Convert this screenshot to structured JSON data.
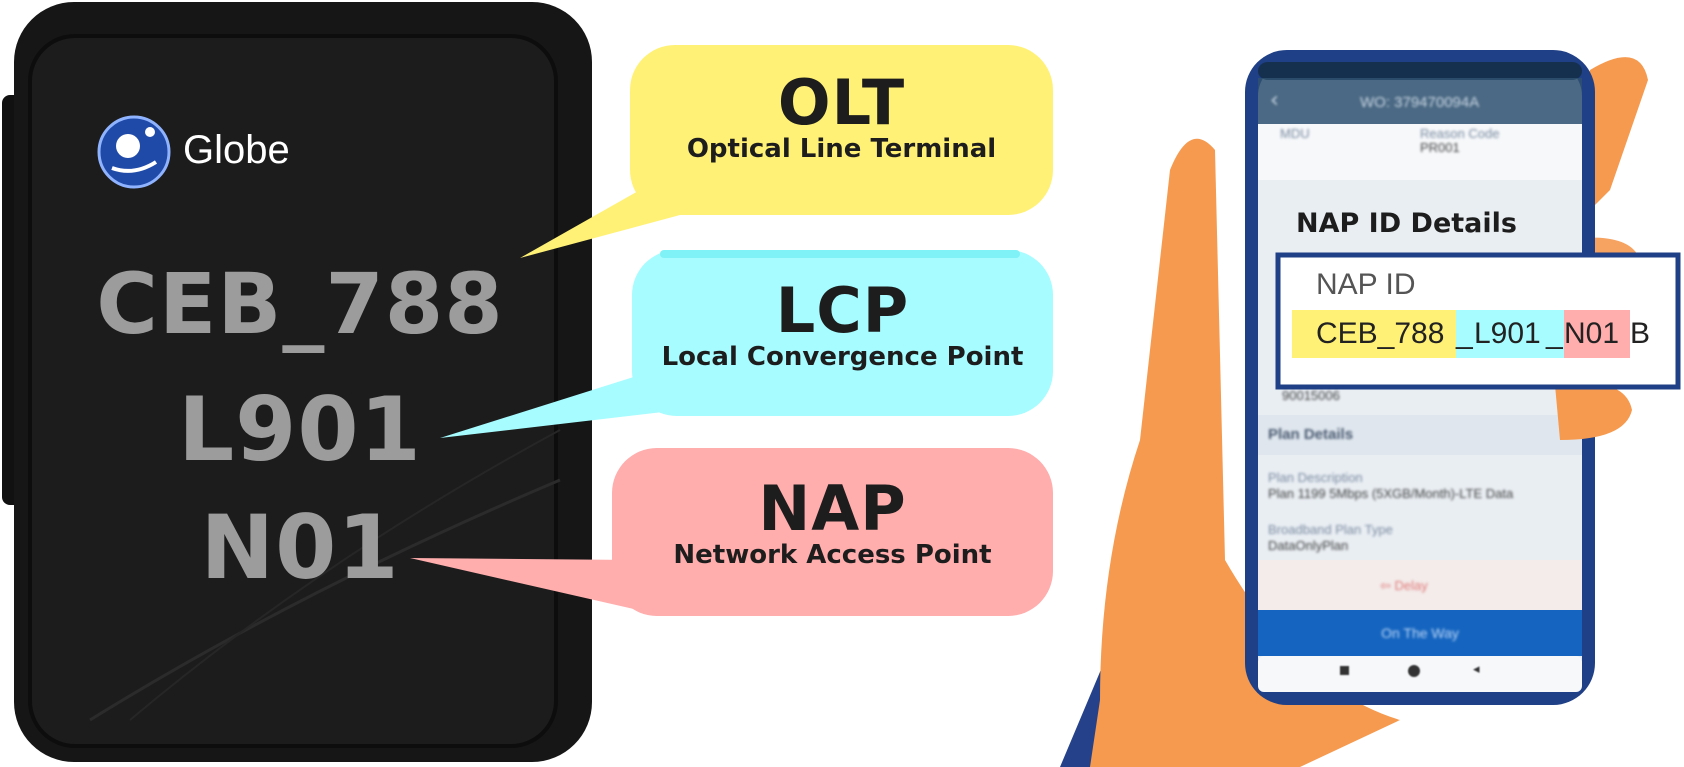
{
  "nap_box": {
    "brand": "Globe",
    "olt_code": "CEB_788",
    "lcp_code": "L901",
    "nap_code": "N01"
  },
  "bubbles": [
    {
      "key": "olt",
      "title": "OLT",
      "subtitle": "Optical Line Terminal",
      "color": "#fff176"
    },
    {
      "key": "lcp",
      "title": "LCP",
      "subtitle": "Local Convergence Point",
      "color": "#a6fcff"
    },
    {
      "key": "nap",
      "title": "NAP",
      "subtitle": "Network Access Point",
      "color": "#ffadad"
    }
  ],
  "phone": {
    "header": "WO: 379470094A",
    "field1_label": "MDU",
    "field2_label": "Reason Code",
    "field2_value": "PR001",
    "plan_details": "Plan Details",
    "plan_desc_label": "Plan Description",
    "plan_desc_value": "Plan 1199 5Mbps (5XGB/Month)-LTE Data",
    "broadband_label": "Broadband Plan Type",
    "broadband_value": "DataOnlyPlan",
    "delay_label": "Delay",
    "on_the_way": "On The Way",
    "misc_value": "90015006"
  },
  "nap_card": {
    "heading": "NAP ID Details",
    "label": "NAP ID",
    "seg_olt": "CEB_788",
    "sep1": "_",
    "seg_lcp": "L901",
    "sep2": "_",
    "seg_nap": "N01",
    "suffix": "B"
  },
  "colors": {
    "box": "#1c1c1c",
    "code_text": "#9c9c9c",
    "phone_frame": "#1f3f86",
    "skin": "#f59a4f",
    "sleeve": "#24418a",
    "green_button": "#1565c0"
  }
}
